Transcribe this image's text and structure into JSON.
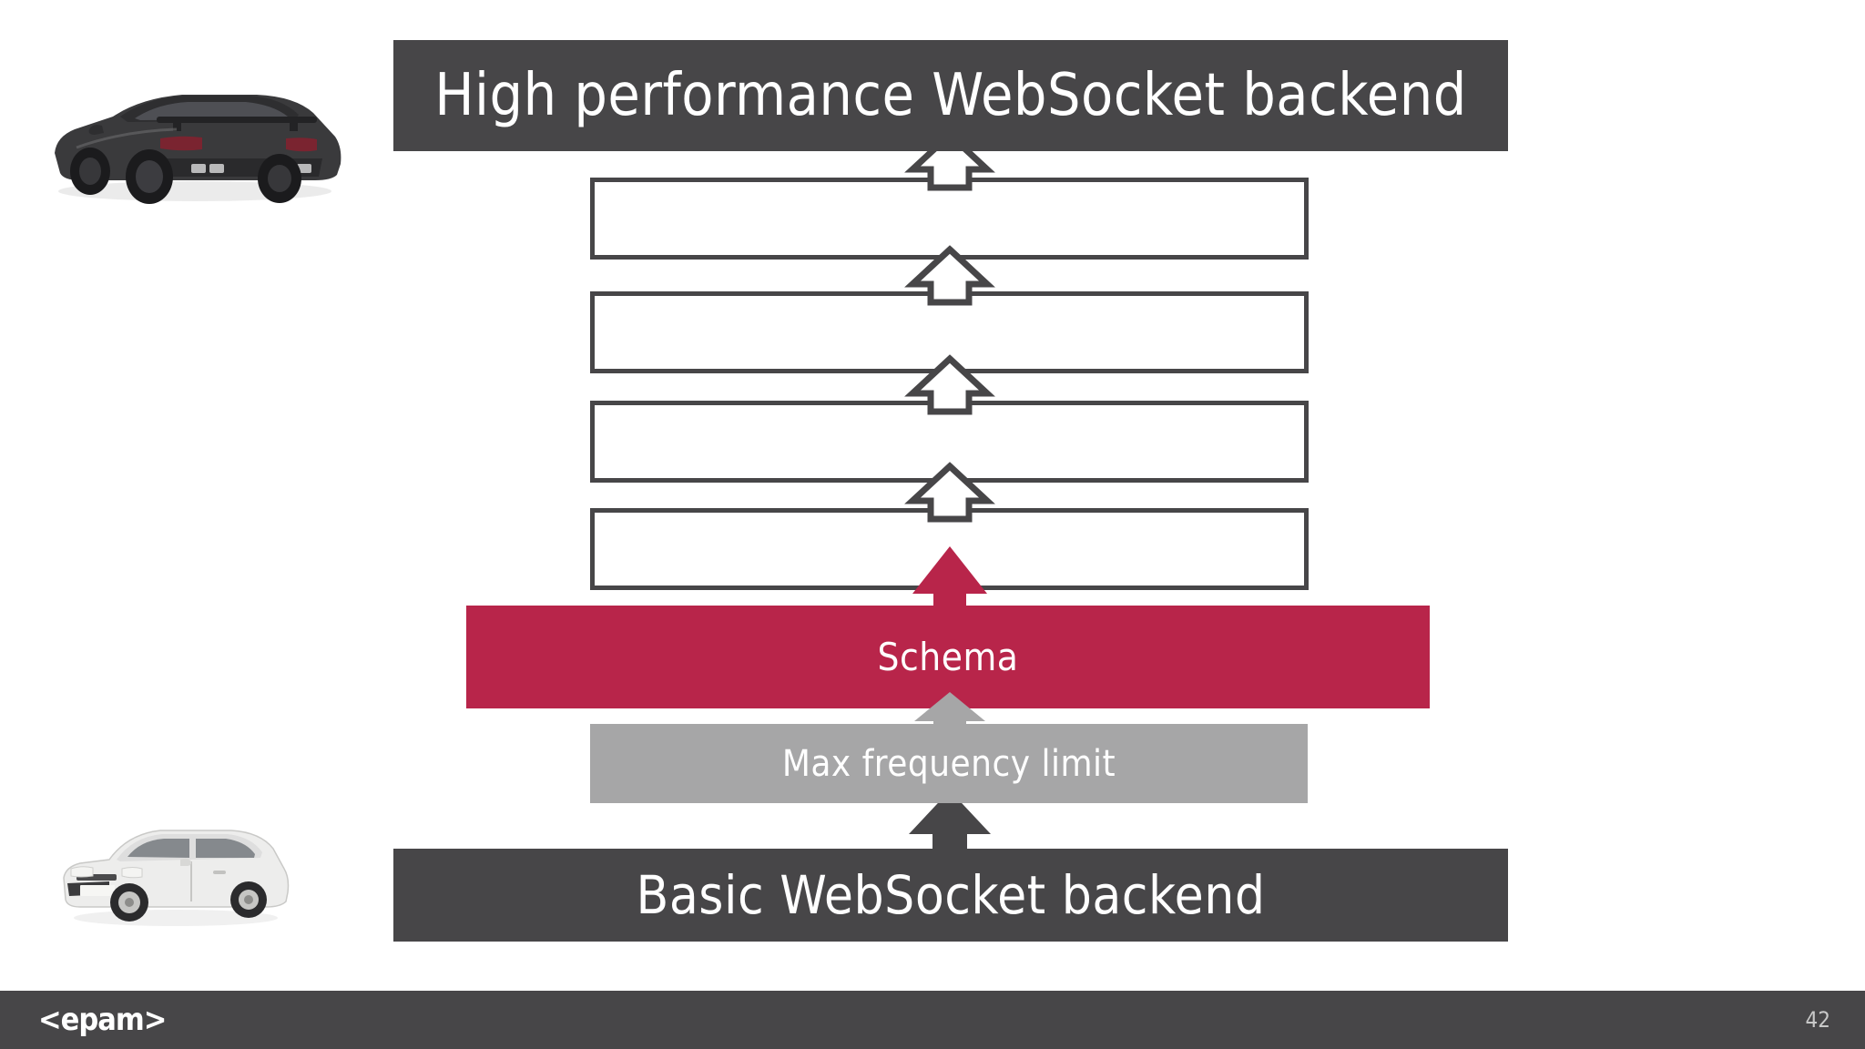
{
  "slide": {
    "page_number": "42",
    "background_color": "#ffffff",
    "brand_logo_text": "<epam>"
  },
  "colors": {
    "dark_gray": "#474648",
    "crimson": "#b8254a",
    "mid_gray": "#a6a6a7",
    "white": "#ffffff",
    "page_number_gray": "#c8c8c8"
  },
  "diagram": {
    "type": "stacked-layer-flow",
    "direction": "bottom-to-top",
    "top_band": {
      "label": "High performance WebSocket backend",
      "fill": "#474648",
      "text_color": "#ffffff"
    },
    "empty_layers": [
      {
        "label": "",
        "fill": "#ffffff",
        "border": "#474648"
      },
      {
        "label": "",
        "fill": "#ffffff",
        "border": "#474648"
      },
      {
        "label": "",
        "fill": "#ffffff",
        "border": "#474648"
      },
      {
        "label": "",
        "fill": "#ffffff",
        "border": "#474648"
      }
    ],
    "schema_band": {
      "label": "Schema",
      "fill": "#b8254a",
      "text_color": "#ffffff"
    },
    "frequency_band": {
      "label": "Max frequency limit",
      "fill": "#a6a6a7",
      "text_color": "#ffffff"
    },
    "bottom_band": {
      "label": "Basic WebSocket backend",
      "fill": "#474648",
      "text_color": "#ffffff"
    },
    "arrows": [
      {
        "name": "arrow-dark-bottom-to-frequency",
        "style": "solid",
        "fill": "#474648"
      },
      {
        "name": "arrow-gray-frequency-to-schema",
        "style": "solid",
        "fill": "#a6a6a7"
      },
      {
        "name": "arrow-crimson-schema-to-layer4",
        "style": "solid",
        "fill": "#b8254a"
      },
      {
        "name": "arrow-outline-layer4-to-layer3",
        "style": "outline",
        "fill": "#ffffff"
      },
      {
        "name": "arrow-outline-layer3-to-layer2",
        "style": "outline",
        "fill": "#ffffff"
      },
      {
        "name": "arrow-outline-layer2-to-layer1",
        "style": "outline",
        "fill": "#ffffff"
      },
      {
        "name": "arrow-outline-layer1-to-title",
        "style": "outline",
        "fill": "#ffffff"
      }
    ]
  },
  "images": {
    "sports_car": {
      "alt": "dark gray sports car rear three-quarter view",
      "body_color": "#3a3a3c"
    },
    "compact_car": {
      "alt": "white compact economy car side view",
      "body_color": "#ededec"
    }
  }
}
